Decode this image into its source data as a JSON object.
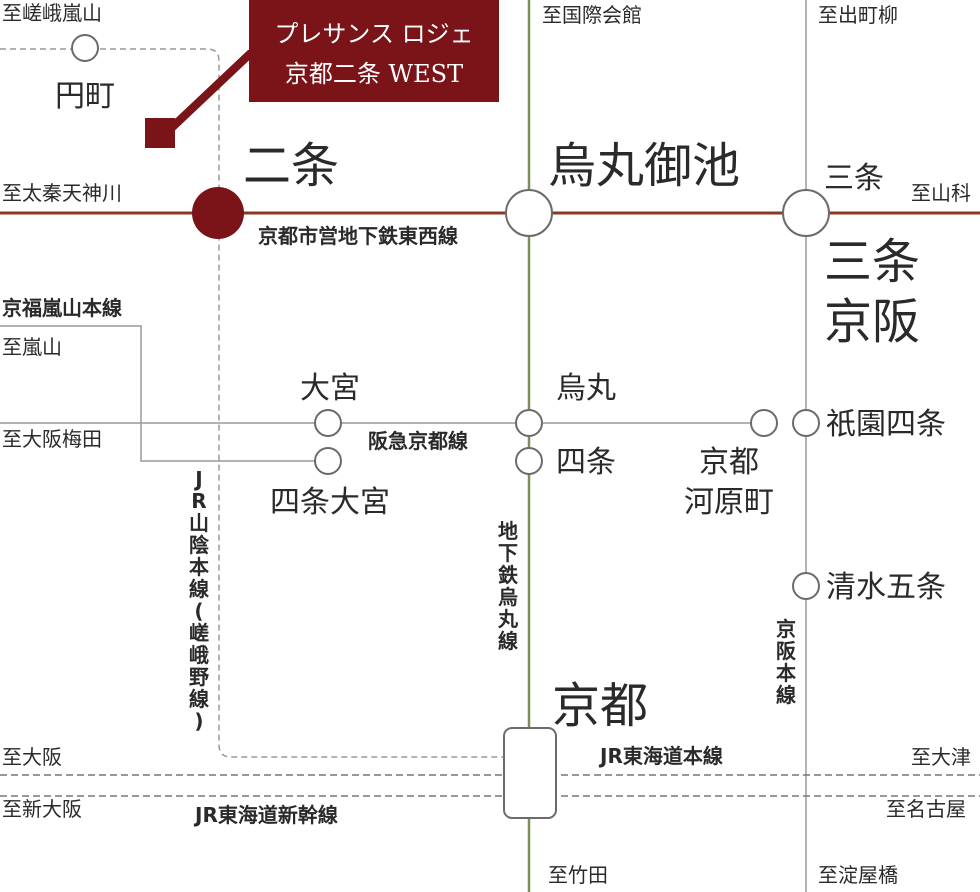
{
  "property": {
    "name_line1": "プレサンス ロジェ",
    "name_line2": "京都二条 WEST",
    "color": "#7a1418"
  },
  "lines": {
    "tozai": "京都市営地下鉄東西線",
    "hankyu": "阪急京都線",
    "keifuku": "京福嵐山本線",
    "jr_sanin": "JR山陰本線(嵯峨野線)",
    "karasuma": "地下鉄烏丸線",
    "keihan": "京阪本線",
    "jr_tokaido": "JR東海道本線",
    "shinkansen": "JR東海道新幹線"
  },
  "stations": {
    "emmachi": "円町",
    "nijo": "二条",
    "karasuma_oike": "烏丸御池",
    "sanjo": "三条",
    "sanjo_keihan_1": "三条",
    "sanjo_keihan_2": "京阪",
    "omiya": "大宮",
    "shijo_omiya": "四条大宮",
    "karasuma": "烏丸",
    "shijo": "四条",
    "kyoto_kawaramachi_1": "京都",
    "kyoto_kawaramachi_2": "河原町",
    "gion_shijo": "祇園四条",
    "kiyomizu_gojo": "清水五条",
    "kyoto": "京都"
  },
  "directions": {
    "sagaarashiyama": "至嵯峨嵐山",
    "kokusaikaikan": "至国際会館",
    "demachiyanagi": "至出町柳",
    "uzumasatenjingawa": "至太秦天神川",
    "yamashina": "至山科",
    "arashiyama": "至嵐山",
    "osaka_umeda": "至大阪梅田",
    "osaka": "至大阪",
    "otsu": "至大津",
    "shin_osaka": "至新大阪",
    "nagoya": "至名古屋",
    "takeda": "至竹田",
    "yodoyabashi": "至淀屋橋"
  },
  "colors": {
    "tozai": "#8a3a22",
    "karasuma": "#7d8f58",
    "gray_line": "#8a8a8a",
    "station_stroke": "#6b6b6b"
  }
}
